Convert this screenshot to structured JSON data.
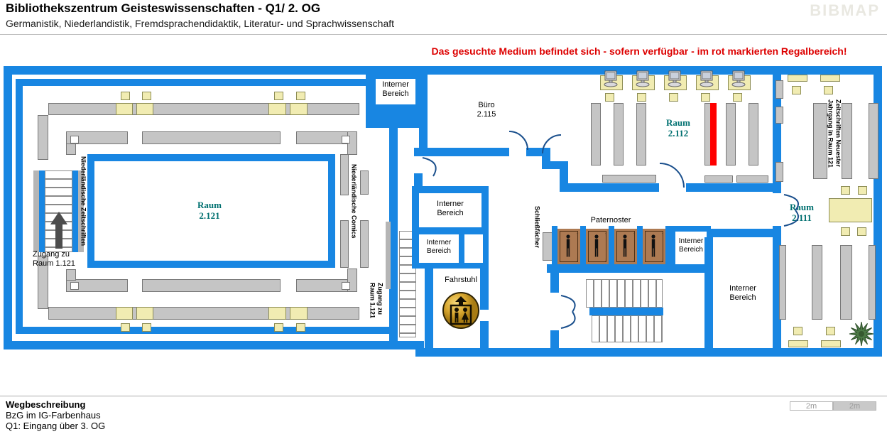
{
  "header": {
    "title": "Bibliothekszentrum Geisteswissenschaften - Q1/ 2. OG",
    "subtitle": "Germanistik, Niederlandistik, Fremdsprachendidaktik, Literatur- und Sprachwissenschaft",
    "brand": "BIBMAP"
  },
  "notice": {
    "text": "Das gesuchte Medium befindet sich - sofern verfügbar -  im rot markierten Regalbereich!"
  },
  "plan": {
    "labels": {
      "interner_bereich": "Interner\nBereich",
      "buero": "Büro\n2.115",
      "raum_2_121": "Raum\n2.121",
      "raum_2_112": "Raum\n2.112",
      "raum_2_111": "Raum\n2.111",
      "fahrstuhl": "Fahrstuhl",
      "paternoster": "Paternoster",
      "schliessfaecher": "Schließfächer",
      "niederlaendische_zeitschriften": "Niederländische Zeitschriften",
      "niederlaendische_comics": "Niederländische Comics",
      "zeitschriften_neuester": "Zeitschriften Neuester\nJahrgang in Raum 121",
      "zugang_links": "Zugang zu\nRaum 1.121",
      "zugang_mitte": "Zugang zu\nRaum 1.121"
    },
    "colors": {
      "wall": "#1886e2",
      "door_arc": "#1a4f8c",
      "shelf": "#c5c5c5",
      "shelf_border": "#777777",
      "highlight": "#f1ecb2",
      "highlight_border": "#8d8d55",
      "marked_shelf": "#ff0000",
      "room_label": "#007070",
      "cabin": "#ad7a52",
      "notice": "#dd0000",
      "brand": "#e9e8e1",
      "scale_text": "#9b9b9b"
    }
  },
  "footer": {
    "heading": "Wegbeschreibung",
    "line1": "BzG im IG-Farbenhaus",
    "line2": "Q1: Eingang über 3. OG",
    "scale_left": "2m",
    "scale_right": "2m"
  }
}
